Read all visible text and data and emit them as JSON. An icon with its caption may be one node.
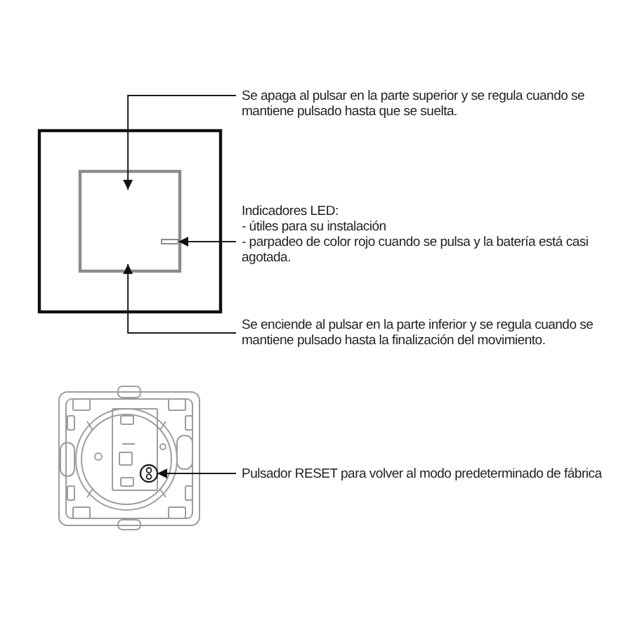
{
  "diagram": {
    "nodes": [
      {
        "text": [],
        "shape": "box"
      },
      {
        "text": [],
        "shape": "box",
        "in": 0
      },
      {
        "text": [
          "Se apaga al pulsar en la parte superior y se regula cuando se mantiene pulsado hasta que se suelta."
        ]
      },
      {
        "text": [
          "Indicadores LED:",
          "- útiles para su instalación",
          "- parpadeo de color rojo cuando se pulsa y la batería está casi agotada."
        ]
      },
      {
        "text": [],
        "shape": "bar",
        "in": 1
      },
      {
        "text": [
          "Se enciende al pulsar en la parte inferior y se regula cuando se mantiene pulsado hasta la finalización del movimiento."
        ]
      },
      {
        "text": [
          "Pulsador RESET para volver al modo predeterminado de fábrica"
        ]
      },
      {
        "text": [],
        "shape": "circle"
      }
    ],
    "edges": [
      {
        "from": 2,
        "to": 1,
        "arrow": "to"
      },
      {
        "from": 3,
        "to": 4,
        "arrow": "to"
      },
      {
        "from": 5,
        "to": 1,
        "arrow": "to"
      },
      {
        "from": 6,
        "to": 7,
        "arrow": "to"
      }
    ]
  }
}
